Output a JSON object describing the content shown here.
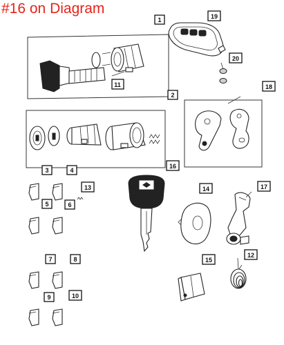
{
  "title": "#16 on Diagram",
  "colors": {
    "title": "#e3241b",
    "line": "#222222"
  },
  "callouts": [
    "1",
    "19",
    "20",
    "11",
    "2",
    "18",
    "3",
    "4",
    "16",
    "13",
    "14",
    "17",
    "5",
    "6",
    "7",
    "8",
    "15",
    "12",
    "9",
    "10"
  ]
}
